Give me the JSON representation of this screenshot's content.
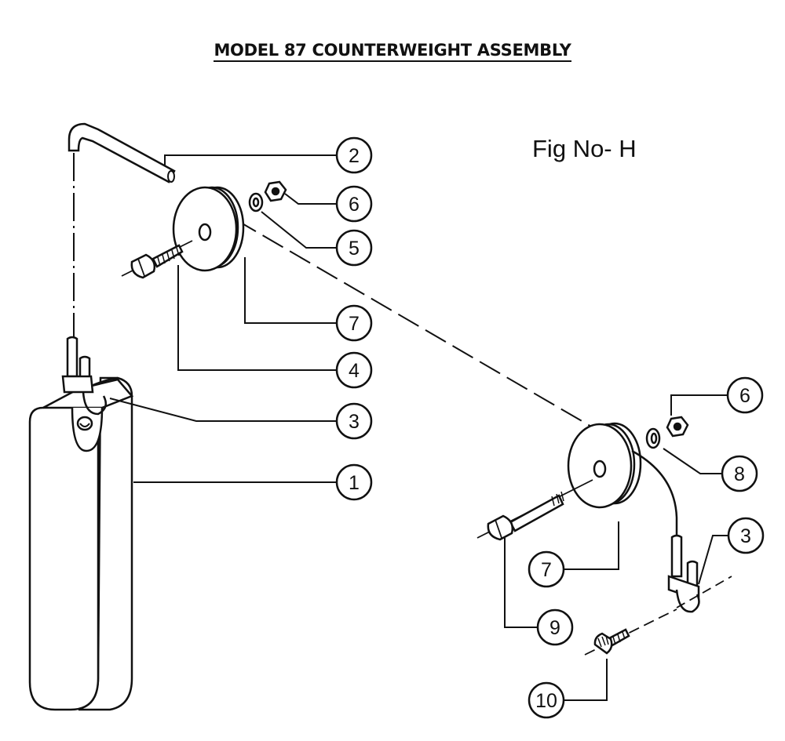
{
  "title": "MODEL 87 COUNTERWEIGHT ASSEMBLY",
  "figure_label": "Fig No- H",
  "callouts": {
    "c2": "2",
    "c6a": "6",
    "c5": "5",
    "c7a": "7",
    "c4": "4",
    "c3a": "3",
    "c1": "1",
    "c6b": "6",
    "c8": "8",
    "c3b": "3",
    "c7b": "7",
    "c9": "9",
    "c10": "10"
  }
}
